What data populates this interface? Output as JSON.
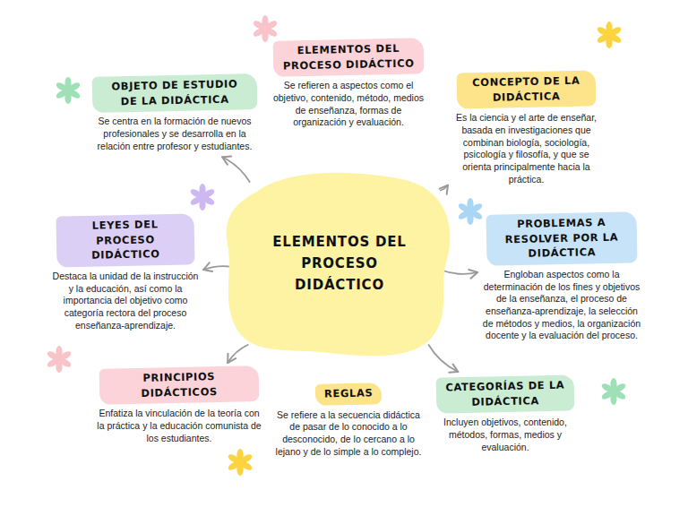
{
  "diagram": {
    "nodes": [
      {
        "text": [
          "ELEMENTOS DEL PROCESO DIDÁCTICO"
        ]
      },
      {
        "text": [
          "ELEMENTOS DEL PROCESO DIDÁCTICO",
          "Se refieren a aspectos como el objetivo, contenido, método, medios de enseñanza, formas de organización y evaluación."
        ]
      },
      {
        "text": [
          "OBJETO DE ESTUDIO DE LA DIDÁCTICA",
          "Se centra en la formación de nuevos profesionales y se desarrolla en la relación entre profesor y estudiantes."
        ]
      },
      {
        "text": [
          "CONCEPTO DE LA DIDÁCTICA",
          "Es la ciencia y el arte de enseñar, basada en investigaciones que combinan biología, sociología, psicología y filosofía, y que se orienta principalmente hacia la práctica."
        ]
      },
      {
        "text": [
          "LEYES DEL PROCESO DIDÁCTICO",
          "Destaca la unidad de la instrucción y la educación, así como la importancia del objetivo como categoría rectora del proceso enseñanza-aprendizaje."
        ]
      },
      {
        "text": [
          "PROBLEMAS A RESOLVER POR LA DIDÁCTICA",
          "Engloban aspectos como la determinación de los fines y objetivos de la enseñanza, el proceso de enseñanza-aprendizaje, la selección de métodos y medios, la organización docente y la evaluación del proceso."
        ]
      },
      {
        "text": [
          "PRINCIPIOS DIDÁCTICOS",
          "Enfatiza la vinculación de la teoría con la práctica y la educación comunista de los estudiantes."
        ]
      },
      {
        "text": [
          "REGLAS",
          "Se refiere a la secuencia didáctica de pasar de lo conocido a lo desconocido, de lo cercano a lo lejano y de lo simple a lo complejo."
        ]
      },
      {
        "text": [
          "CATEGORÍAS DE LA DIDÁCTICA",
          "Incluyen objetivos, contenido, métodos, formas, medios y evaluación."
        ]
      }
    ],
    "edges": [
      {
        "from": 0,
        "to": 2,
        "arrow": "to"
      },
      {
        "from": 0,
        "to": 3,
        "arrow": "to"
      },
      {
        "from": 0,
        "to": 4,
        "arrow": "to"
      },
      {
        "from": 0,
        "to": 5,
        "arrow": "to"
      },
      {
        "from": 0,
        "to": 6,
        "arrow": "to"
      },
      {
        "from": 0,
        "to": 8,
        "arrow": "to"
      }
    ]
  }
}
